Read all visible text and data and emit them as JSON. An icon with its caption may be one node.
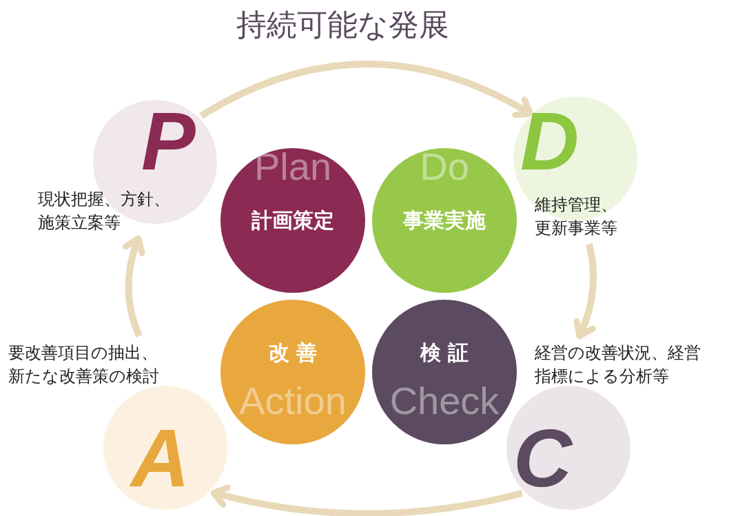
{
  "diagram": {
    "title": "持続可能な発展",
    "nodes": [
      {
        "text": [
          "P",
          "現状把握、方針、施策立案等"
        ]
      },
      {
        "text": [
          "D",
          "維持管理、更新事業等"
        ]
      },
      {
        "text": [
          "経営の改善状況、経営指標による分析等",
          "C"
        ]
      },
      {
        "text": [
          "要改善項目の抽出、新たな改善策の検討",
          "A"
        ]
      },
      {
        "text": [
          "Plan",
          "計画策定"
        ]
      },
      {
        "text": [
          "Do",
          "事業実施"
        ]
      },
      {
        "text": [
          "検 証",
          "Check"
        ]
      },
      {
        "text": [
          "改 善",
          "Action"
        ]
      }
    ],
    "edges": [
      {
        "from": 0,
        "to": 1,
        "arrow": "to"
      },
      {
        "from": 1,
        "to": 2,
        "arrow": "to"
      },
      {
        "from": 2,
        "to": 3,
        "arrow": "to"
      },
      {
        "from": 3,
        "to": 0,
        "arrow": "to"
      }
    ]
  }
}
